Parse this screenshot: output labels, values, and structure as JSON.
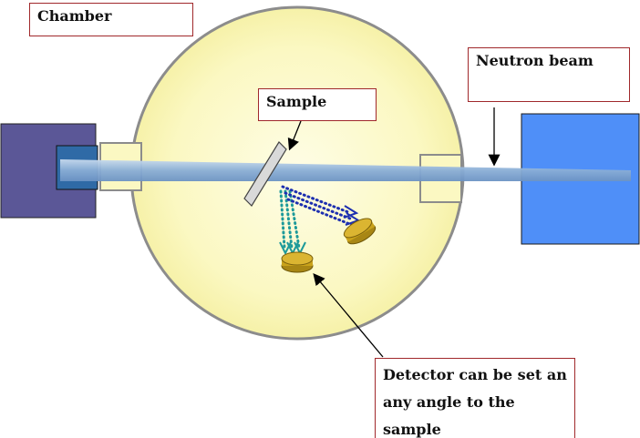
{
  "labels": {
    "chamber": "Chamber",
    "sample": "Sample",
    "neutron_beam": "Neutron beam",
    "detector": "Detector can be set an any angle to the sample"
  },
  "colors": {
    "chamber_fill": "#fbf8c2",
    "chamber_border": "#8c8c8c",
    "source_outer": "#5b5797",
    "source_inner": "#2f6aa6",
    "beam_stop": "#4f8ff8",
    "beam": "#8aaed6",
    "detector": "#c9a21a",
    "scatter_teal": "#1d9a9a",
    "scatter_blue": "#1d2fb0",
    "label_border": "#a0282b"
  },
  "icons": {
    "sample_plate": "rect-plate",
    "detector": "disc-detector"
  }
}
